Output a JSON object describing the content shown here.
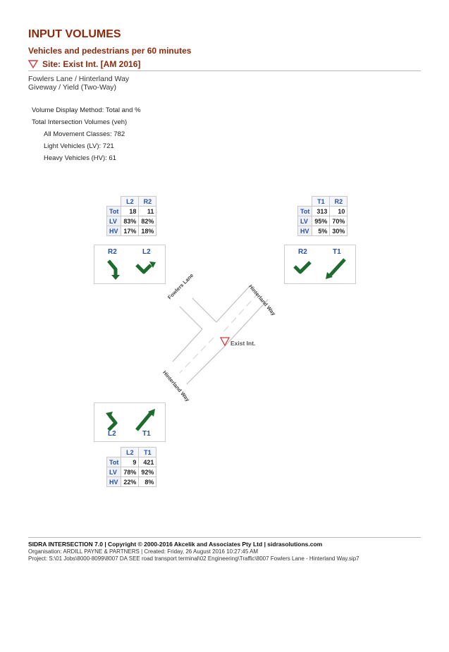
{
  "header": {
    "title": "INPUT VOLUMES",
    "subtitle": "Vehicles and pedestrians per 60 minutes",
    "site": "Site: Exist Int.  [AM 2016]"
  },
  "location": {
    "roads": "Fowlers Lane / Hinterland Way",
    "control": "Giveway / Yield (Two-Way)"
  },
  "summary": {
    "method": "Volume Display Method:  Total and %",
    "total_heading": "Total Intersection Volumes (veh)",
    "all_classes": "All Movement Classes:  782",
    "light": "Light Vehicles (LV): 721",
    "heavy": "Heavy Vehicles (HV): 61"
  },
  "approaches": {
    "fowlers": {
      "headers": [
        "L2",
        "R2"
      ],
      "rows": [
        {
          "label": "Tot",
          "values": [
            "18",
            "11"
          ]
        },
        {
          "label": "LV",
          "values": [
            "83%",
            "82%"
          ]
        },
        {
          "label": "HV",
          "values": [
            "17%",
            "18%"
          ]
        }
      ],
      "arrow_labels": [
        "R2",
        "L2"
      ]
    },
    "hinterland_ne": {
      "headers": [
        "T1",
        "R2"
      ],
      "rows": [
        {
          "label": "Tot",
          "values": [
            "313",
            "10"
          ]
        },
        {
          "label": "LV",
          "values": [
            "95%",
            "70%"
          ]
        },
        {
          "label": "HV",
          "values": [
            "5%",
            "30%"
          ]
        }
      ],
      "arrow_labels": [
        "R2",
        "T1"
      ]
    },
    "hinterland_sw": {
      "headers": [
        "L2",
        "T1"
      ],
      "rows": [
        {
          "label": "Tot",
          "values": [
            "9",
            "421"
          ]
        },
        {
          "label": "LV",
          "values": [
            "78%",
            "92%"
          ]
        },
        {
          "label": "HV",
          "values": [
            "22%",
            "8%"
          ]
        }
      ],
      "arrow_labels": [
        "L2",
        "T1"
      ]
    }
  },
  "diagram": {
    "road_fowlers": "Fowlers Lane",
    "road_hinterland_ne": "Hinterland Way",
    "road_hinterland_sw": "Hinterland Way",
    "site_label": "Exist Int."
  },
  "footer": {
    "line1": "SIDRA INTERSECTION 7.0  |  Copyright © 2000-2016 Akcelik and Associates Pty Ltd  |  sidrasolutions.com",
    "line2": "Organisation: ARDILL PAYNE & PARTNERS  |  Created: Friday, 26 August 2016 10:27:45 AM",
    "line3": "Project:  S:\\01 Jobs\\8000-8099\\8007 DA SEE road transport terminal\\02 Engineering\\Traffic\\8007 Fowlers Lane - Hinterland Way.sip7"
  },
  "colors": {
    "title": "#8b2a0c",
    "arrow": "#1e6b2e",
    "header_blue": "#2a4fa8",
    "yield_red": "#d23b3b"
  }
}
